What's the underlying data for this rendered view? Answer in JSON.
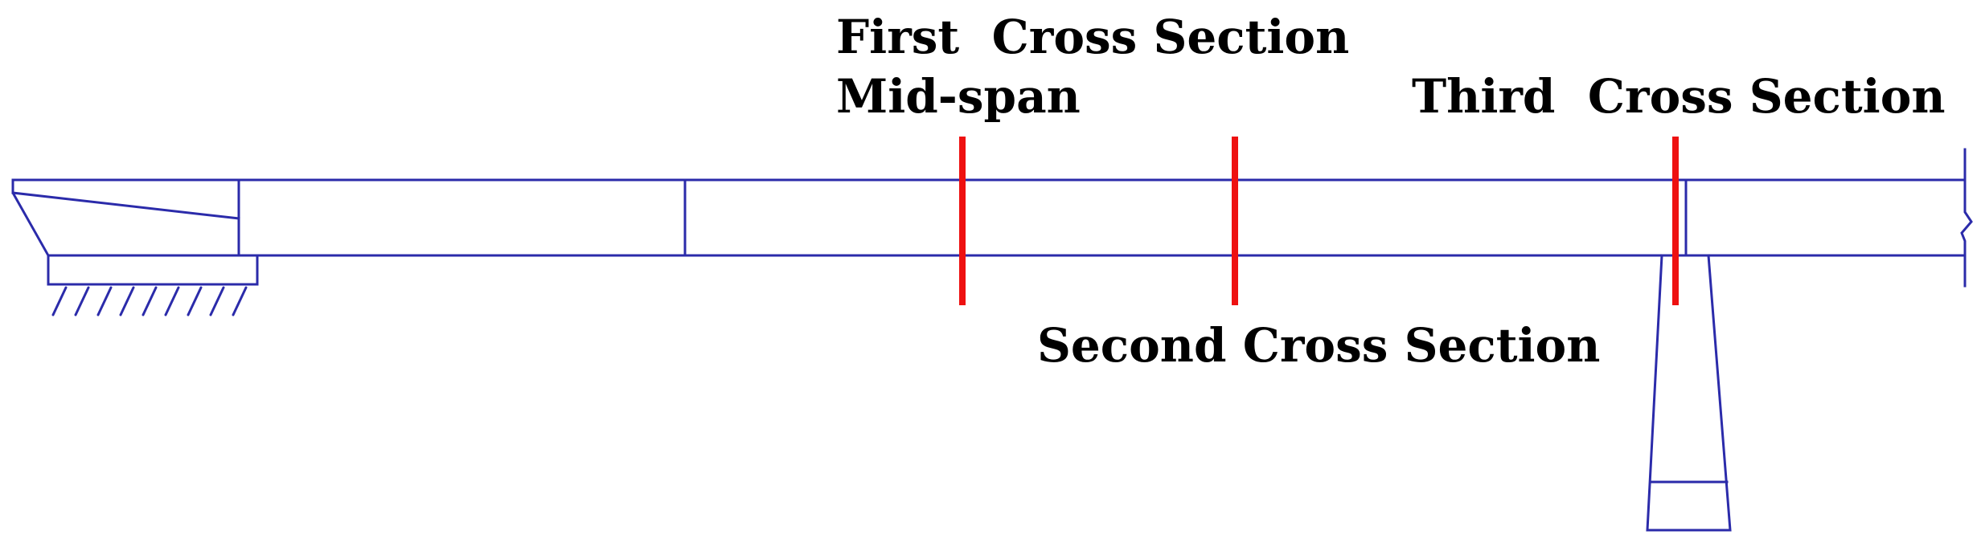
{
  "colors": {
    "structure": "#2b2baa",
    "section_line": "#ee1111",
    "text": "#000000"
  },
  "labels": {
    "first_cross_section": "First  Cross Section",
    "mid_span": "Mid-span",
    "second_cross_section": "Second Cross Section",
    "third_cross_section": "Third  Cross Section"
  }
}
